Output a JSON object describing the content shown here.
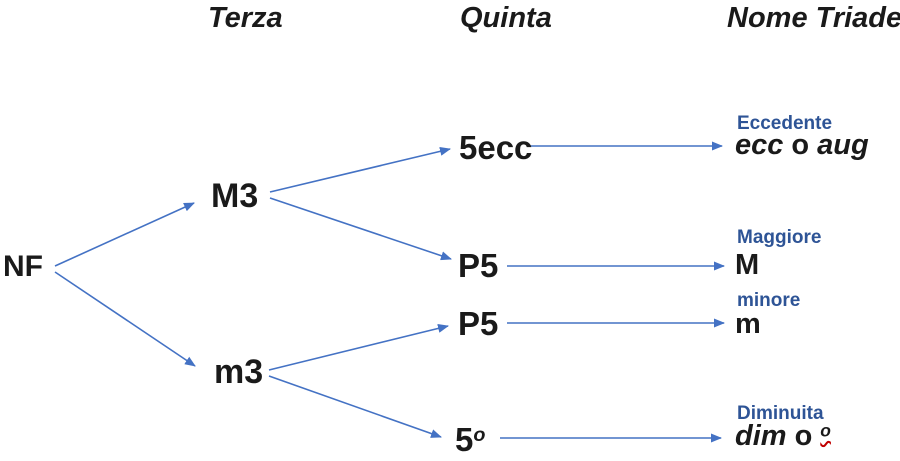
{
  "headers": {
    "terza": "Terza",
    "quinta": "Quinta",
    "nome_triade": "Nome Triade"
  },
  "nodes": {
    "root": "NF",
    "third_major": "M3",
    "third_minor": "m3",
    "fifth_augmented": "5ecc",
    "fifth_perfect_upper": "P5",
    "fifth_perfect_lower": "P5",
    "fifth_diminished_base": "5",
    "fifth_diminished_sup": "o"
  },
  "triads": {
    "augmented": {
      "category": "Eccedente",
      "abbr_italic_1": "ecc",
      "abbr_mid": "o",
      "abbr_italic_2": "aug"
    },
    "major": {
      "category": "Maggiore",
      "abbr": "M"
    },
    "minor": {
      "category": "minore",
      "abbr": "m"
    },
    "diminished": {
      "category": "Diminuita",
      "abbr_italic": "dim",
      "abbr_mid": "o",
      "abbr_sup": "o"
    }
  },
  "colors": {
    "arrow": "#4472C4",
    "category_label": "#2E5496",
    "text": "#1A1A1A",
    "misspell_underline": "#C00000"
  }
}
